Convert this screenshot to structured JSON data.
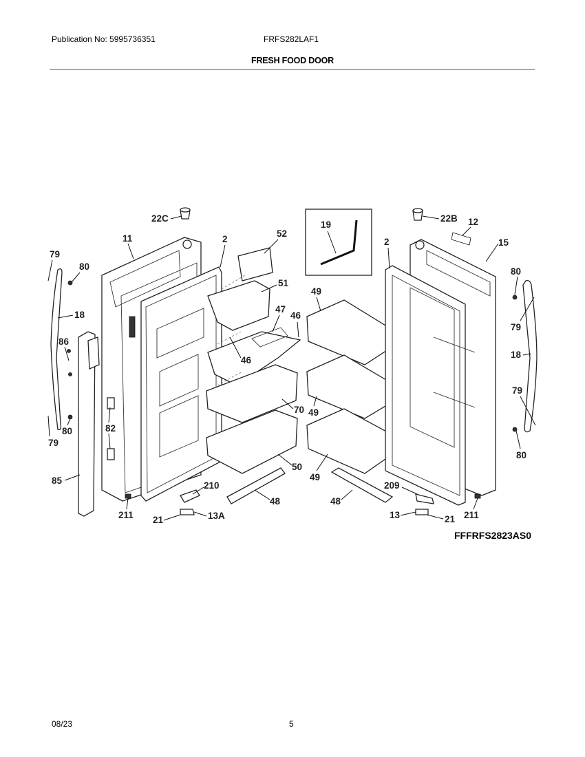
{
  "header": {
    "publication": "Publication No: 5995736351",
    "model": "FRFS282LAF1",
    "section_title": "FRESH FOOD DOOR"
  },
  "diagram": {
    "drawing_code": "FFFRFS2823AS0",
    "callouts": [
      "22C",
      "11",
      "2",
      "52",
      "51",
      "47",
      "46",
      "46",
      "79",
      "80",
      "18",
      "86",
      "82",
      "79",
      "80",
      "85",
      "70",
      "50",
      "48",
      "210",
      "211",
      "21",
      "13A",
      "19",
      "49",
      "49",
      "49",
      "48",
      "2",
      "22B",
      "12",
      "15",
      "80",
      "79",
      "18",
      "79",
      "80",
      "209",
      "13",
      "21",
      "211"
    ]
  },
  "footer": {
    "date": "08/23",
    "page": "5"
  }
}
